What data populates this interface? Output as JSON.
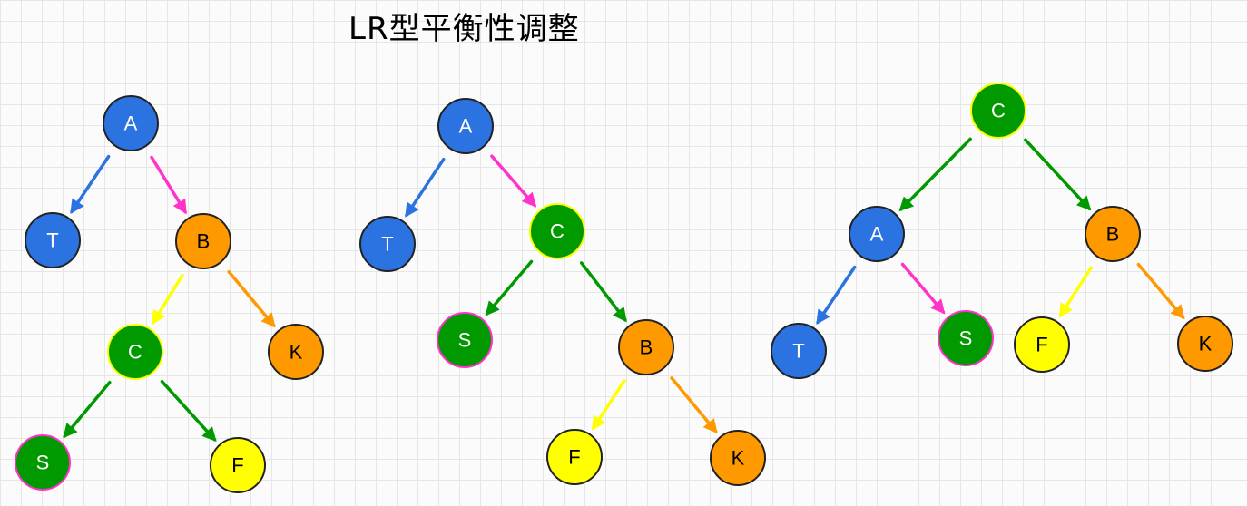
{
  "title": "LR型平衡性调整",
  "colors": {
    "blue": "#2b73e0",
    "orange": "#ff9900",
    "green": "#009900",
    "yellow": "#ffff00",
    "magenta": "#ff33cc",
    "black": "#222222"
  },
  "trees": [
    {
      "id": "tree1",
      "nodes": [
        {
          "id": "A",
          "label": "A",
          "fill": "blue",
          "stroke": "black",
          "text": "white"
        },
        {
          "id": "T",
          "label": "T",
          "fill": "blue",
          "stroke": "black",
          "text": "white"
        },
        {
          "id": "B",
          "label": "B",
          "fill": "orange",
          "stroke": "black",
          "text": "black"
        },
        {
          "id": "C",
          "label": "C",
          "fill": "green",
          "stroke": "yellow",
          "text": "white"
        },
        {
          "id": "K",
          "label": "K",
          "fill": "orange",
          "stroke": "black",
          "text": "black"
        },
        {
          "id": "S",
          "label": "S",
          "fill": "green",
          "stroke": "magenta",
          "text": "white"
        },
        {
          "id": "F",
          "label": "F",
          "fill": "yellow",
          "stroke": "black",
          "text": "black"
        }
      ],
      "edges": [
        {
          "from": "A",
          "to": "T",
          "color": "blue"
        },
        {
          "from": "A",
          "to": "B",
          "color": "magenta"
        },
        {
          "from": "B",
          "to": "C",
          "color": "yellow"
        },
        {
          "from": "B",
          "to": "K",
          "color": "orange"
        },
        {
          "from": "C",
          "to": "S",
          "color": "green"
        },
        {
          "from": "C",
          "to": "F",
          "color": "green"
        }
      ]
    },
    {
      "id": "tree2",
      "nodes": [
        {
          "id": "A",
          "label": "A",
          "fill": "blue",
          "stroke": "black",
          "text": "white"
        },
        {
          "id": "T",
          "label": "T",
          "fill": "blue",
          "stroke": "black",
          "text": "white"
        },
        {
          "id": "C",
          "label": "C",
          "fill": "green",
          "stroke": "yellow",
          "text": "white"
        },
        {
          "id": "S",
          "label": "S",
          "fill": "green",
          "stroke": "magenta",
          "text": "white"
        },
        {
          "id": "B",
          "label": "B",
          "fill": "orange",
          "stroke": "black",
          "text": "black"
        },
        {
          "id": "F",
          "label": "F",
          "fill": "yellow",
          "stroke": "black",
          "text": "black"
        },
        {
          "id": "K",
          "label": "K",
          "fill": "orange",
          "stroke": "black",
          "text": "black"
        }
      ],
      "edges": [
        {
          "from": "A",
          "to": "T",
          "color": "blue"
        },
        {
          "from": "A",
          "to": "C",
          "color": "magenta"
        },
        {
          "from": "C",
          "to": "S",
          "color": "green"
        },
        {
          "from": "C",
          "to": "B",
          "color": "green"
        },
        {
          "from": "B",
          "to": "F",
          "color": "yellow"
        },
        {
          "from": "B",
          "to": "K",
          "color": "orange"
        }
      ]
    },
    {
      "id": "tree3",
      "nodes": [
        {
          "id": "C",
          "label": "C",
          "fill": "green",
          "stroke": "yellow",
          "text": "white"
        },
        {
          "id": "A",
          "label": "A",
          "fill": "blue",
          "stroke": "black",
          "text": "white"
        },
        {
          "id": "B",
          "label": "B",
          "fill": "orange",
          "stroke": "black",
          "text": "black"
        },
        {
          "id": "T",
          "label": "T",
          "fill": "blue",
          "stroke": "black",
          "text": "white"
        },
        {
          "id": "S",
          "label": "S",
          "fill": "green",
          "stroke": "magenta",
          "text": "white"
        },
        {
          "id": "F",
          "label": "F",
          "fill": "yellow",
          "stroke": "black",
          "text": "black"
        },
        {
          "id": "K",
          "label": "K",
          "fill": "orange",
          "stroke": "black",
          "text": "black"
        }
      ],
      "edges": [
        {
          "from": "C",
          "to": "A",
          "color": "green"
        },
        {
          "from": "C",
          "to": "B",
          "color": "green"
        },
        {
          "from": "A",
          "to": "T",
          "color": "blue"
        },
        {
          "from": "A",
          "to": "S",
          "color": "magenta"
        },
        {
          "from": "B",
          "to": "F",
          "color": "yellow"
        },
        {
          "from": "B",
          "to": "K",
          "color": "orange"
        }
      ]
    }
  ]
}
